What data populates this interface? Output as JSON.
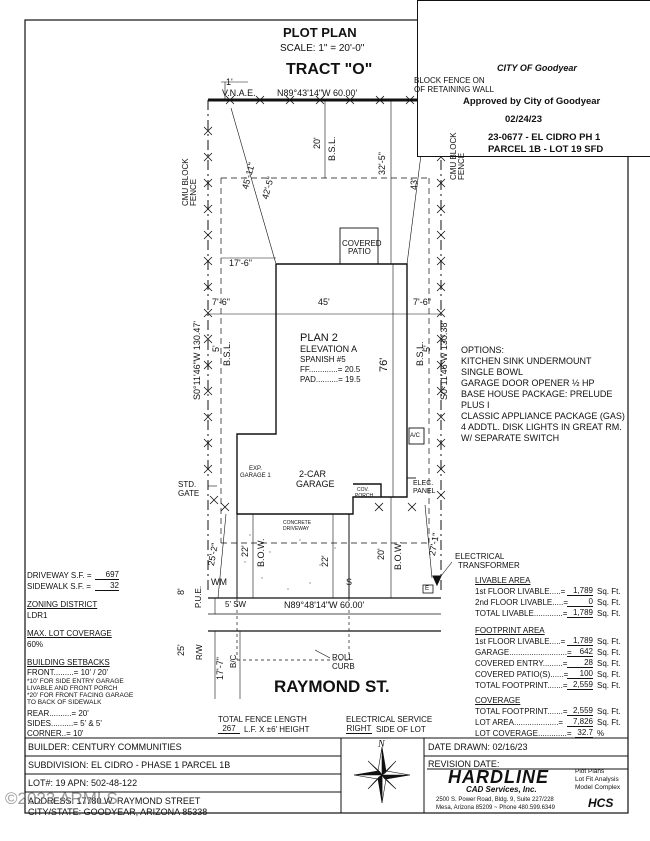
{
  "title_block": {
    "title": "PLOT PLAN",
    "scale": "SCALE: 1\" = 20'-0\"",
    "tract": "TRACT \"O\""
  },
  "stamp": {
    "logo_text": "CITY OF Goodyear",
    "approved": "Approved by City of Goodyear",
    "date": "02/24/23",
    "permit": "23-0677 - EL CIDRO PH 1",
    "parcel": "PARCEL 1B - LOT 19 SFD"
  },
  "plan": {
    "north_bearing": "N89°43'14\"W  60.00'",
    "south_bearing": "N89°48'14\"W  60.00'",
    "west_bearing": "S0°11'46\"W  130.47'",
    "east_bearing": "S0°11'46\"W  130.38'",
    "vnae_offset": "1'",
    "vnae": "V.N.A.E.",
    "block_fence_note_1": "BLOCK FENCE ON",
    "block_fence_note_2": "OF RETAINING WALL",
    "cmu_left": "CMU BLOCK FENCE",
    "cmu_right": "CMU BLOCK FENCE",
    "rear_setback": "20'",
    "bsl_rear": "B.S.L.",
    "dim_32_5": "32'-5\"",
    "dim_43": "43'",
    "dim_42_5": "42'-5\"",
    "dim_45_11": "45'-11\"",
    "dim_17_6": "17'-6\"",
    "dim_7_6_left": "7'-6\"",
    "dim_45": "45'",
    "dim_7_6_right": "7'-6\"",
    "dim_5_left": "5'",
    "bsl_left": "B.S.L.",
    "dim_5_right": "5'",
    "bsl_right": "B.S.L.",
    "covered_patio_1": "COVERED",
    "covered_patio_2": "PATIO",
    "plan_name": "PLAN 2",
    "elevation": "ELEVATION A",
    "style": "SPANISH #5",
    "ff": "FF.............= 20.5",
    "pad": "PAD..........= 19.5",
    "dim_76": "76'",
    "ac": "A/C",
    "exp_garage_1": "EXP.",
    "exp_garage_2": "GARAGE 1",
    "garage_1": "2-CAR",
    "garage_2": "GARAGE",
    "cov_porch_1": "COV.",
    "cov_porch_2": "PORCH",
    "elec_panel_1": "ELEC.",
    "elec_panel_2": "PANEL",
    "std_gate_1": "STD.",
    "std_gate_2": "GATE",
    "concrete_1": "CONCRETE",
    "concrete_2": "DRIVEWAY",
    "dim_25_2": "25'-2\"",
    "dim_22_left": "22'",
    "bow_left": "B.O.W.",
    "dim_22_mid": "22'",
    "dim_20": "20'",
    "bow_right": "B.O.W.",
    "dim_27_1": "27'-1\"",
    "electrical_1": "ELECTRICAL",
    "electrical_2": "TRANSFORMER",
    "dim_8": "8'",
    "pue": "P.U.E.",
    "wm": "WM",
    "s": "S",
    "e": "E",
    "sw": "5' SW",
    "dim_25": "25'",
    "rw": "R/W",
    "dim_17_7": "17'-7\"",
    "bc": "B/C",
    "roll_curb_1": "ROLL",
    "roll_curb_2": "CURB",
    "street": "RAYMOND ST."
  },
  "options": {
    "heading": "OPTIONS:",
    "lines": [
      "KITCHEN SINK UNDERMOUNT",
      "SINGLE BOWL",
      "GARAGE DOOR OPENER ½ HP",
      "BASE HOUSE PACKAGE: PRELUDE",
      "PLUS I",
      "CLASSIC APPLIANCE PACKAGE (GAS)",
      "4 ADDTL. DISK LIGHTS IN GREAT RM.",
      "W/ SEPARATE SWITCH"
    ]
  },
  "left_notes": {
    "driveway_label": "DRIVEWAY S.F. =",
    "driveway_value": "697",
    "sidewalk_label": "SIDEWALK S.F. =",
    "sidewalk_value": "32",
    "zoning_heading": "ZONING DISTRICT",
    "zoning_value": "LDR1",
    "coverage_heading": "MAX. LOT COVERAGE",
    "coverage_value": "60%",
    "setbacks_heading": "BUILDING SETBACKS",
    "setback_lines": [
      "FRONT.........= 10' / 20'",
      "*10' FOR SIDE ENTRY GARAGE",
      "  LIVABLE AND FRONT PORCH",
      "*20' FOR FRONT FACING GARAGE",
      "  TO BACK OF SIDEWALK",
      "REAR..........= 20'",
      "SIDES..........= 5' & 5'",
      "CORNER..= 10'"
    ]
  },
  "livable": {
    "heading": "LIVABLE AREA",
    "rows": [
      {
        "label": "1st FLOOR LIVABLE.....=",
        "value": "1,789",
        "unit": "Sq. Ft."
      },
      {
        "label": "2nd FLOOR LIVABLE.....=",
        "value": "0",
        "unit": "Sq. Ft."
      },
      {
        "label": "TOTAL LIVABLE.............=",
        "value": "1,789",
        "unit": "Sq. Ft."
      }
    ]
  },
  "footprint": {
    "heading": "FOOTPRINT AREA",
    "rows": [
      {
        "label": "1st FLOOR LIVABLE.....=",
        "value": "1,789",
        "unit": "Sq. Ft."
      },
      {
        "label": "GARAGE..........................=",
        "value": "642",
        "unit": "Sq. Ft."
      },
      {
        "label": "COVERED ENTRY.........=",
        "value": "28",
        "unit": "Sq. Ft."
      },
      {
        "label": "COVERED PATIO(S)......=",
        "value": "100",
        "unit": "Sq. Ft."
      },
      {
        "label": "TOTAL FOOTPRINT.......=",
        "value": "2,559",
        "unit": "Sq. Ft."
      }
    ]
  },
  "coverage": {
    "heading": "COVERAGE",
    "rows": [
      {
        "label": "TOTAL FOOTPRINT.......=",
        "value": "2,559",
        "unit": "Sq. Ft."
      },
      {
        "label": "LOT AREA....................=",
        "value": "7,826",
        "unit": "Sq. Ft."
      },
      {
        "label": "LOT COVERAGE.............=",
        "value": "32.7",
        "unit": "%"
      }
    ]
  },
  "fence": {
    "label": "TOTAL FENCE LENGTH",
    "length": "267",
    "unit_line": "L.F.  X  ±6' HEIGHT"
  },
  "electrical_service": {
    "label": "ELECTRICAL SERVICE",
    "side": "RIGHT",
    "suffix": "SIDE OF LOT"
  },
  "footer": {
    "builder": "BUILDER: CENTURY COMMUNITIES",
    "subdivision": "SUBDIVISION: EL CIDRO - PHASE 1 PARCEL 1B",
    "lot": "LOT#:  19    APN:  502-48-122",
    "address": "ADDRESS:  17780 W. RAYMOND STREET",
    "citystate": "CITY/STATE: GOODYEAR, ARIZONA 85338",
    "watermark": "©2023 ARMLS",
    "north": "N",
    "date_drawn": "DATE DRAWN:  02/16/23",
    "revision": "REVISION DATE:",
    "company": "HARDLINE",
    "company_sub": "CAD Services, Inc.",
    "services_1": "Plot Plans",
    "services_2": "Lot Fit Analysis",
    "services_3": "Model Complex",
    "address_1": "2500 S. Power Road, Bldg. 9, Suite 227/228",
    "address_2": "Mesa, Arizona 85209 ~ Phone 480.599.6349",
    "hcs": "HCS"
  }
}
